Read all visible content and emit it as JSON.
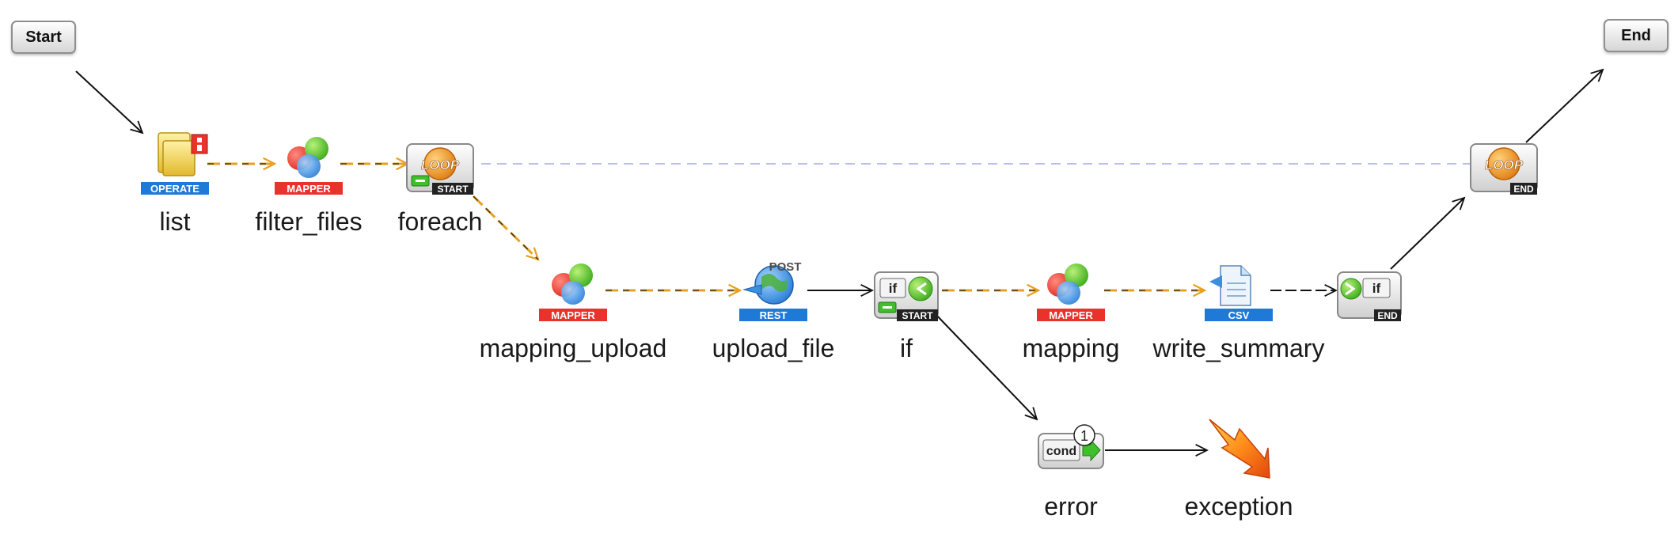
{
  "diagram": {
    "start_label": "Start",
    "end_label": "End",
    "nodes": {
      "list": {
        "label": "list",
        "badge": "OPERATE"
      },
      "filter_files": {
        "label": "filter_files",
        "badge": "MAPPER"
      },
      "foreach": {
        "label": "foreach",
        "badge": "START",
        "icon_text": "LOOP"
      },
      "mapping_upload": {
        "label": "mapping_upload",
        "badge": "MAPPER"
      },
      "upload_file": {
        "label": "upload_file",
        "badge": "REST",
        "method": "POST"
      },
      "if_start": {
        "label": "if",
        "badge": "START",
        "icon_text": "if"
      },
      "mapping": {
        "label": "mapping",
        "badge": "MAPPER"
      },
      "write_summary": {
        "label": "write_summary",
        "badge": "CSV"
      },
      "if_end": {
        "badge": "END",
        "icon_text": "if"
      },
      "loop_end": {
        "badge": "END",
        "icon_text": "LOOP"
      },
      "error": {
        "label": "error",
        "icon_text": "cond",
        "order": "1"
      },
      "exception": {
        "label": "exception"
      }
    },
    "colors": {
      "operate_badge": "#1e7ad6",
      "mapper_badge": "#e8322b",
      "rest_badge": "#1e7ad6",
      "csv_badge": "#1e7ad6",
      "data_flow": "#f0a020",
      "loop_link": "#b8bff0"
    }
  }
}
